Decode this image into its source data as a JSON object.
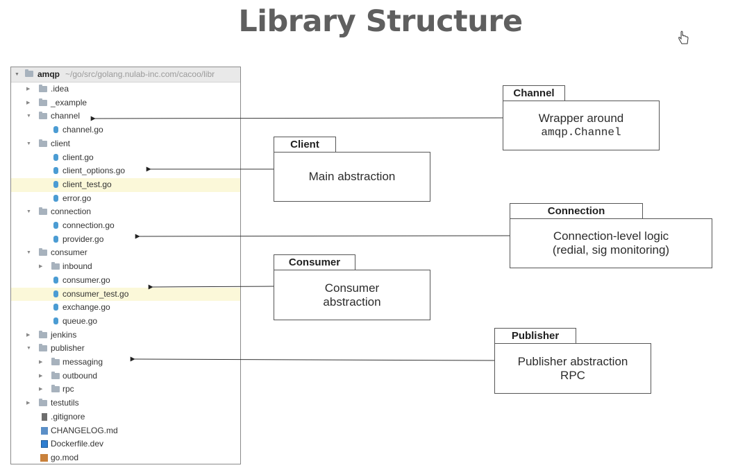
{
  "title": "Library Structure",
  "tree": {
    "root_name": "amqp",
    "root_path": "~/go/src/golang.nulab-inc.com/cacoo/libr",
    "rows": [
      {
        "label": ".idea"
      },
      {
        "label": "_example"
      },
      {
        "label": "channel"
      },
      {
        "label": "channel.go"
      },
      {
        "label": "client"
      },
      {
        "label": "client.go"
      },
      {
        "label": "client_options.go"
      },
      {
        "label": "client_test.go"
      },
      {
        "label": "error.go"
      },
      {
        "label": "connection"
      },
      {
        "label": "connection.go"
      },
      {
        "label": "provider.go"
      },
      {
        "label": "consumer"
      },
      {
        "label": "inbound"
      },
      {
        "label": "consumer.go"
      },
      {
        "label": "consumer_test.go"
      },
      {
        "label": "exchange.go"
      },
      {
        "label": "queue.go"
      },
      {
        "label": "jenkins"
      },
      {
        "label": "publisher"
      },
      {
        "label": "messaging"
      },
      {
        "label": "outbound"
      },
      {
        "label": "rpc"
      },
      {
        "label": "testutils"
      },
      {
        "label": ".gitignore"
      },
      {
        "label": "CHANGELOG.md"
      },
      {
        "label": "Dockerfile.dev"
      },
      {
        "label": "go.mod"
      }
    ]
  },
  "callouts": {
    "channel": {
      "tab": "Channel",
      "line1": "Wrapper around",
      "line2": "amqp.Channel"
    },
    "client": {
      "tab": "Client",
      "line1": "Main abstraction"
    },
    "connection": {
      "tab": "Connection",
      "line1": "Connection-level logic",
      "line2": "(redial, sig monitoring)"
    },
    "consumer": {
      "tab": "Consumer",
      "line1": "Consumer",
      "line2": "abstraction"
    },
    "publisher": {
      "tab": "Publisher",
      "line1": "Publisher abstraction",
      "line2": "RPC"
    }
  }
}
